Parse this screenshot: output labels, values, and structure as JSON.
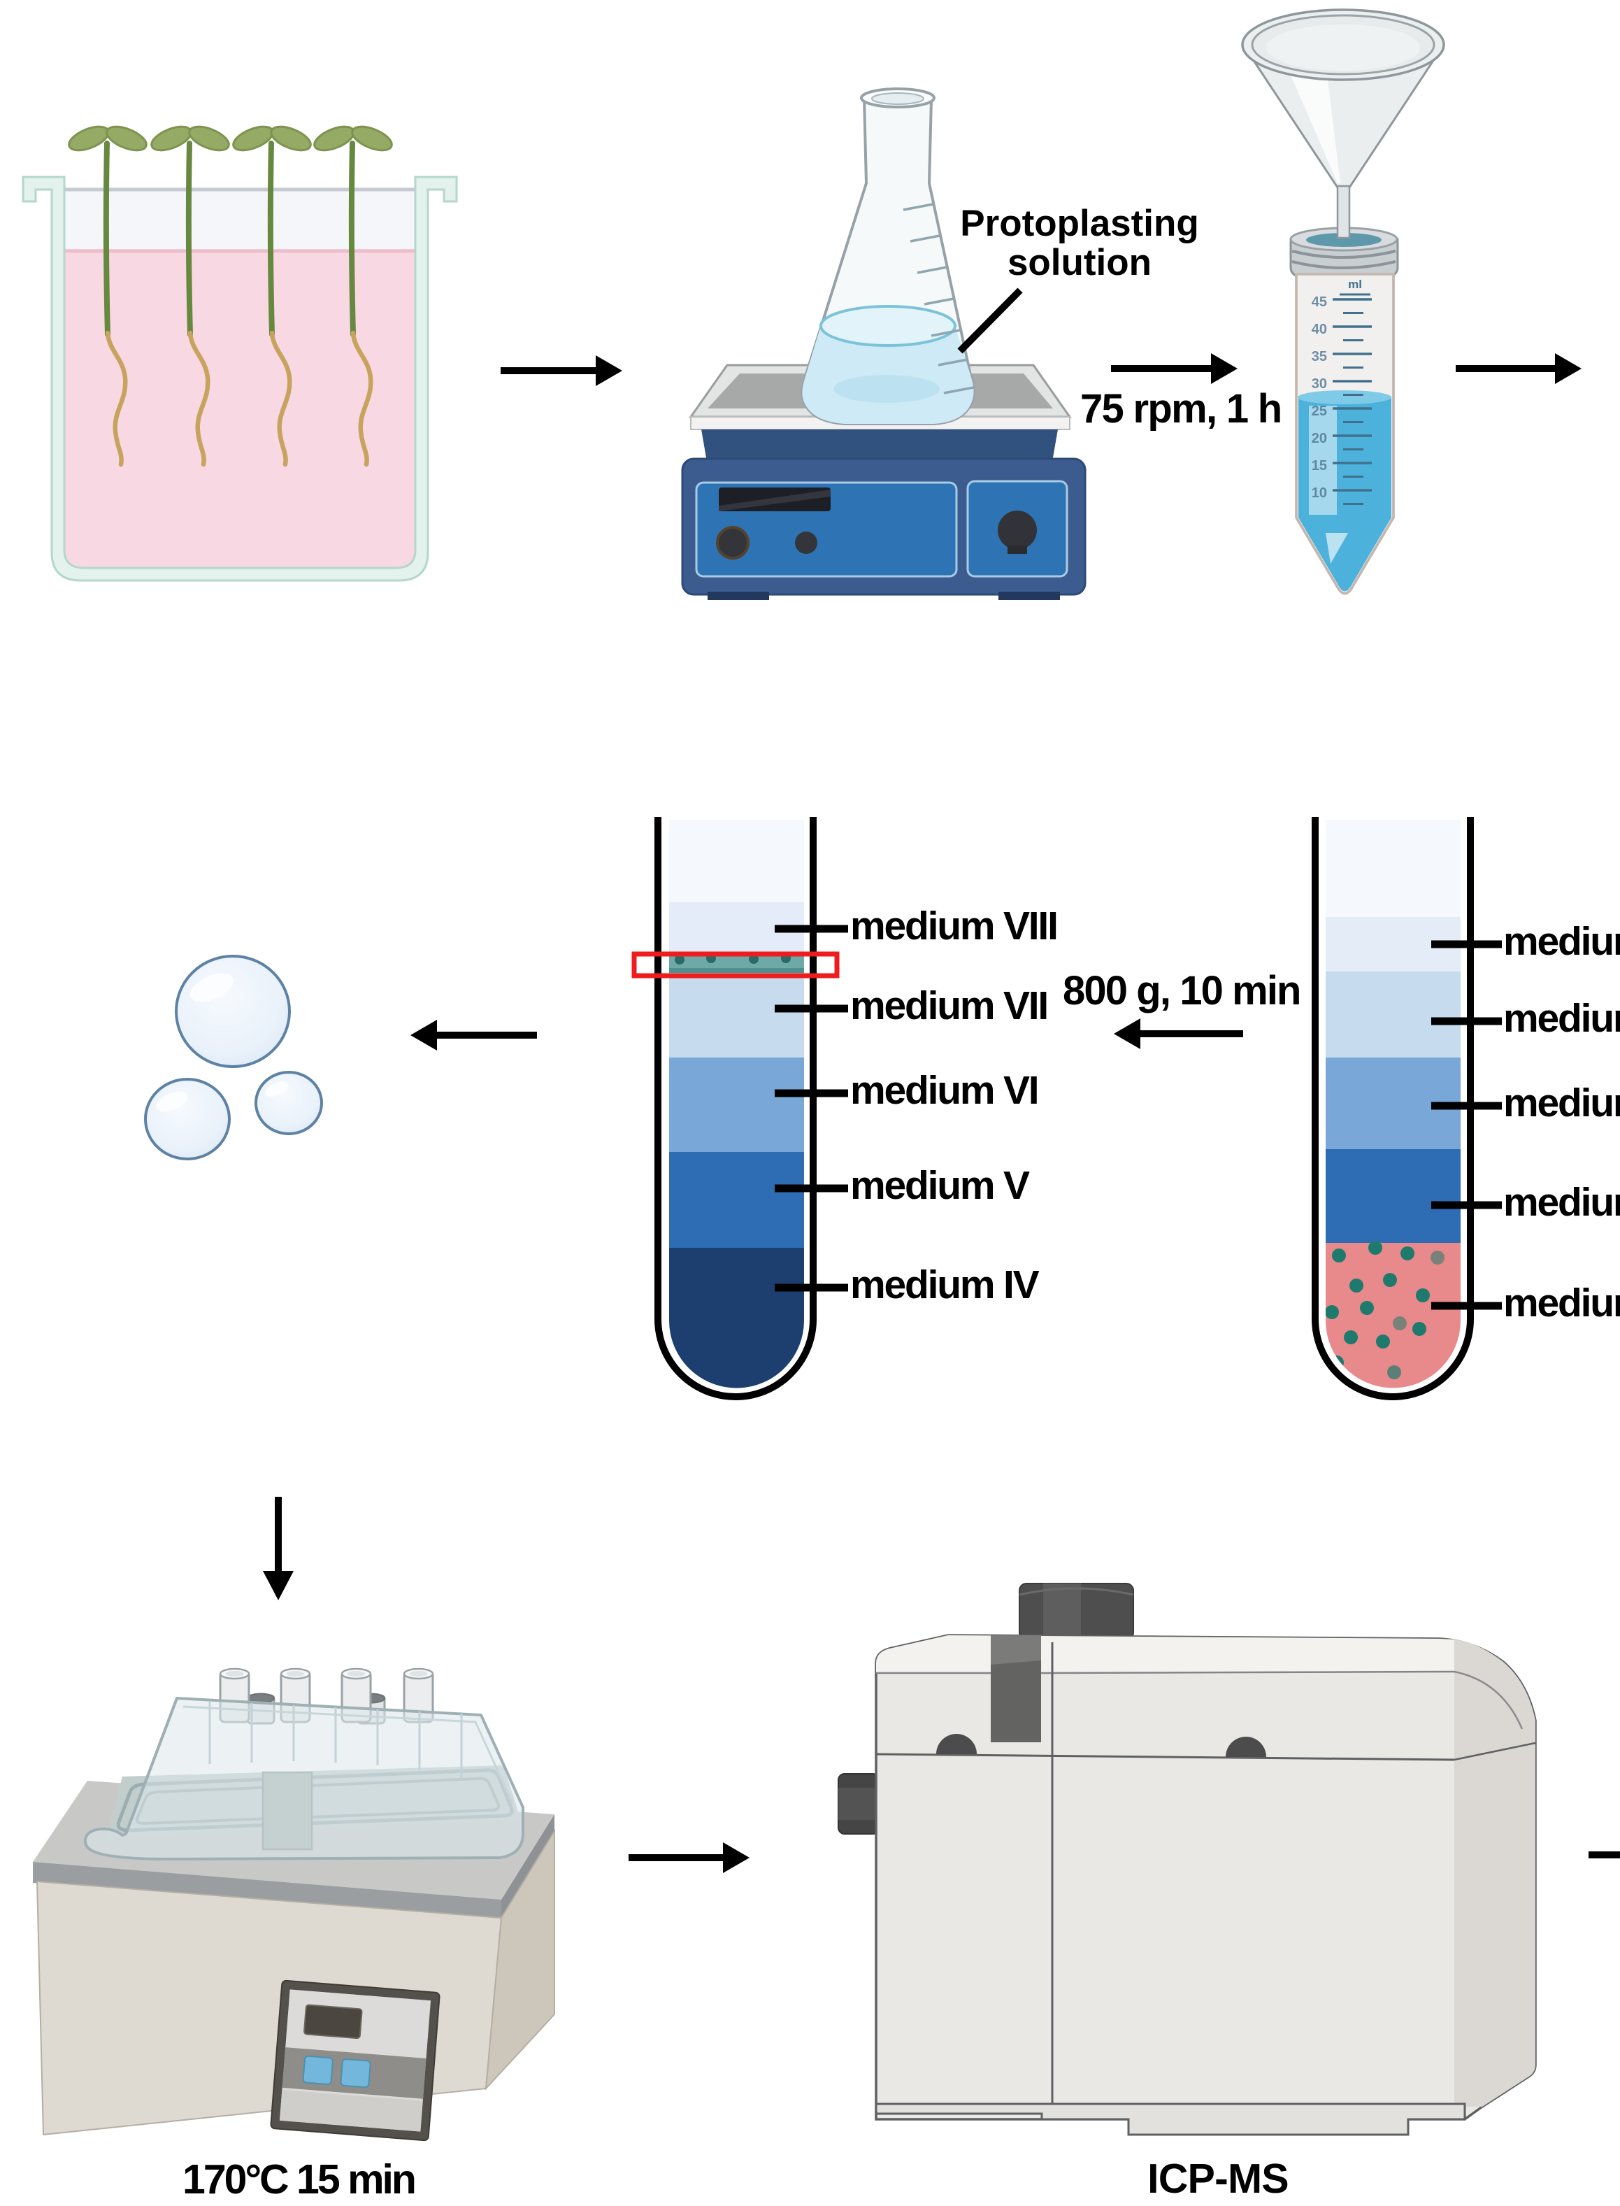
{
  "labels": {
    "protoplasting_solution": "Protoplasting solution",
    "shaking_condition": "75 rpm, 1 h",
    "centrifugation_condition": "800 g, 10 min",
    "digestion_condition": "170°C 15 min",
    "instrument": "ICP-MS"
  },
  "falcon_tube": {
    "unit": "ml",
    "graduations": [
      "45",
      "40",
      "35",
      "30",
      "25",
      "20",
      "15",
      "10"
    ]
  },
  "gradient_tube_after_centrifugation": {
    "labels": [
      "medium VIII",
      "medium VII",
      "medium VI",
      "medium V",
      "medium IV"
    ],
    "protoplast_band_highlighted": true
  },
  "gradient_tube_before_centrifugation": {
    "labels": [
      "medium VIII",
      "medium VII",
      "medium VI",
      "medium V",
      "medium IV"
    ]
  },
  "colors": {
    "arrow": "#000000",
    "highlight_box_red": "#ee1c1c",
    "growth_medium_pink": "#f8d9e3",
    "flask_liquid_blue": "#cdeaf6",
    "falcon_liquid_blue": "#4cb2dc",
    "protoplast_band_teal": "#6fa9a7",
    "sample_layer_pink": "#e8898b",
    "cell_dot_teal": "#1f7a6e",
    "gradient_after": [
      "#f5f8fc",
      "#e3ecf8",
      "#c6dcee",
      "#78a7d8",
      "#2e6db4",
      "#1c3f70"
    ],
    "gradient_before": [
      "#f5f8fc",
      "#e4ecf8",
      "#c6dcee",
      "#78a7d8",
      "#2e6db4"
    ]
  }
}
